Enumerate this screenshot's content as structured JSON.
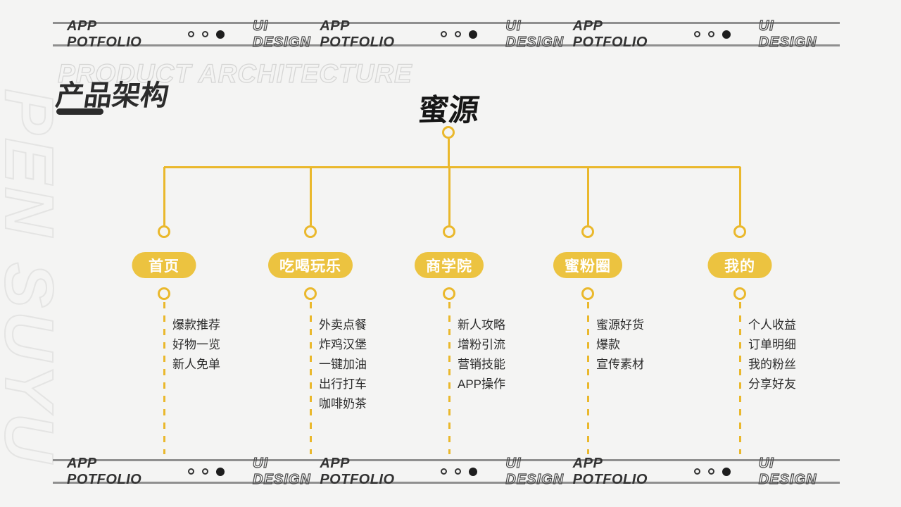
{
  "colors": {
    "background": "#f4f4f3",
    "line_yellow": "#eab82c",
    "pill_yellow": "#ecc340",
    "pill_text": "#ffffff",
    "text_dark": "#2b2b2b",
    "banner_text": "#333333",
    "banner_line": "#8f8f8f",
    "outline_light": "#d6d6d5",
    "watermark_outline": "#e4e4e3"
  },
  "banner": {
    "portfolio_label": "APP POTFOLIO",
    "design_label": "UI DESIGN",
    "repeat_count": 3,
    "dots": [
      "hollow",
      "hollow",
      "filled"
    ]
  },
  "title": {
    "background_text": "PRODUCT ARCHITECTURE",
    "main_text": "产品架构"
  },
  "watermark": {
    "text": "PEN SUYU"
  },
  "tree": {
    "root_label": "蜜源",
    "branches": [
      {
        "label": "首页",
        "items": [
          "爆款推荐",
          "好物一览",
          "新人免单"
        ]
      },
      {
        "label": "吃喝玩乐",
        "items": [
          "外卖点餐",
          "炸鸡汉堡",
          "一键加油",
          "出行打车",
          "咖啡奶茶"
        ]
      },
      {
        "label": "商学院",
        "items": [
          "新人攻略",
          "增粉引流",
          "营销技能",
          "APP操作"
        ]
      },
      {
        "label": "蜜粉圈",
        "items": [
          "蜜源好货",
          "爆款",
          "宣传素材"
        ]
      },
      {
        "label": "我的",
        "items": [
          "个人收益",
          "订单明细",
          "我的粉丝",
          "分享好友"
        ]
      }
    ]
  }
}
